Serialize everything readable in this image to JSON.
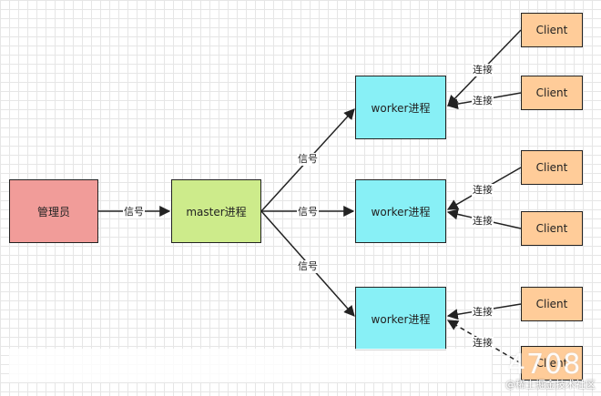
{
  "nodes": {
    "admin": "管理员",
    "master": "master进程",
    "workers": [
      "worker进程",
      "worker进程",
      "worker进程"
    ],
    "clients": [
      "Client",
      "Client",
      "Client",
      "Client",
      "Client",
      "Client"
    ]
  },
  "edge_labels": {
    "admin_to_master": "信号",
    "master_to_workers": [
      "信号",
      "信号",
      "信号"
    ],
    "client_connections": [
      "连接",
      "连接",
      "连接",
      "连接",
      "连接",
      "连接"
    ]
  },
  "watermark": {
    "number": "4708",
    "text": "@稀土掘金技术社区"
  },
  "colors": {
    "admin": "#f19c99",
    "master": "#cdeb8b",
    "worker": "#88f0f6",
    "client": "#ffcc99"
  }
}
